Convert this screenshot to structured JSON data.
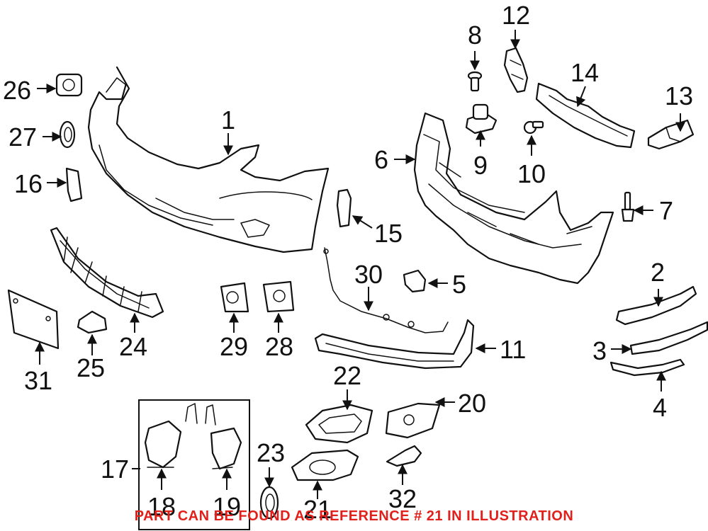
{
  "callouts": [
    "1",
    "2",
    "3",
    "4",
    "5",
    "6",
    "7",
    "8",
    "9",
    "10",
    "11",
    "12",
    "13",
    "14",
    "15",
    "16",
    "17",
    "18",
    "19",
    "20",
    "21",
    "22",
    "23",
    "24",
    "25",
    "26",
    "27",
    "28",
    "29",
    "30",
    "31",
    "32"
  ],
  "notice": "PART CAN BE FOUND AS REFERENCE # 21 IN ILLUSTRATION",
  "colors": {
    "line": "#111111",
    "notice": "#e0201b",
    "background": "#ffffff"
  }
}
